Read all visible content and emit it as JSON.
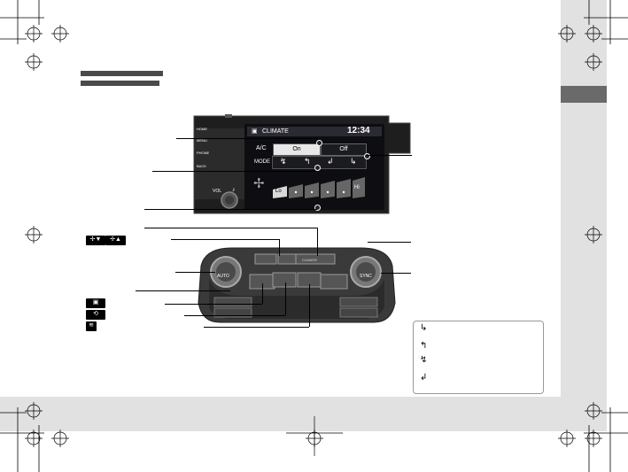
{
  "screen": {
    "header_title": "CLIMATE",
    "clock": "12:34",
    "ac_label": "A/C",
    "ac_on": "On",
    "ac_off": "Off",
    "mode_label": "MODE",
    "fan_low": "Lo",
    "fan_high": "Hi",
    "side_buttons": [
      "HOME",
      "MENU",
      "PHONE",
      "BACK"
    ],
    "vol_label": "VOL"
  },
  "console": {
    "left_knob_label": "AUTO",
    "right_knob_label": "SYNC",
    "climate_button": "CLIMATE"
  }
}
